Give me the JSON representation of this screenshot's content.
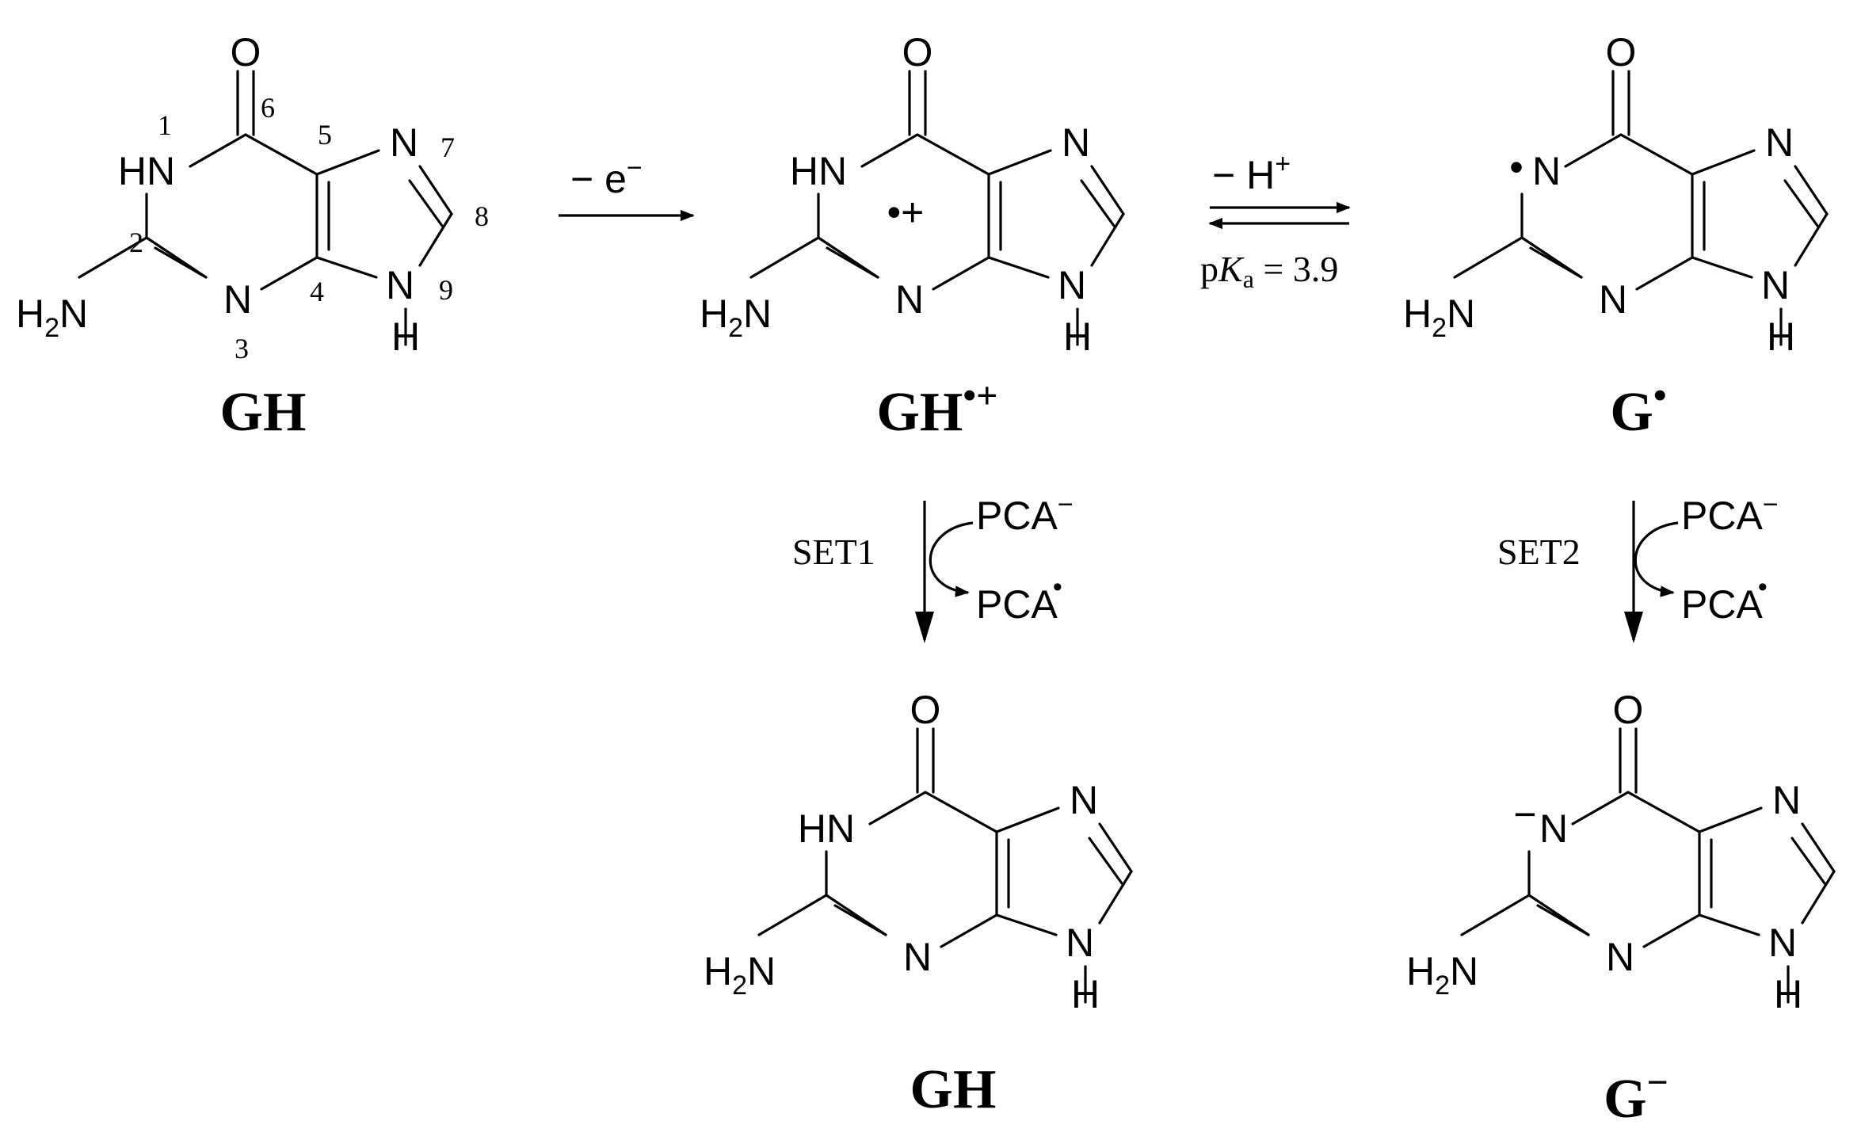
{
  "atoms": {
    "O": "O",
    "HN": "HN",
    "N": "N",
    "H": "H",
    "NH2_main": "H",
    "NH2_sub": "2",
    "NH2_tail": "N"
  },
  "numbering": [
    "1",
    "2",
    "3",
    "4",
    "5",
    "6",
    "7",
    "8",
    "9"
  ],
  "step1": {
    "reagent": "− e",
    "reagent_sup": "−"
  },
  "step2": {
    "reagent": "− H",
    "reagent_sup": "+",
    "pka_p": "p",
    "pka_k": "K",
    "pka_sub": "a",
    "pka_value": " = 3.9"
  },
  "set1": {
    "label": "SET1",
    "reactant": "PCA",
    "reactant_sup": "−",
    "product": "PCA",
    "product_sup": "•"
  },
  "set2": {
    "label": "SET2",
    "reactant": "PCA",
    "reactant_sup": "−",
    "product": "PCA",
    "product_sup": "•"
  },
  "radical_cation_mark": "•+",
  "radical_mark": "•",
  "anion_mark": "−",
  "compounds": {
    "gh_top": {
      "name": "GH",
      "sup": ""
    },
    "gh_cation": {
      "name": "GH",
      "sup": "•+"
    },
    "g_radical": {
      "name": "G",
      "sup": "•"
    },
    "gh_bottom": {
      "name": "GH",
      "sup": ""
    },
    "g_anion": {
      "name": "G",
      "sup": "−"
    }
  }
}
